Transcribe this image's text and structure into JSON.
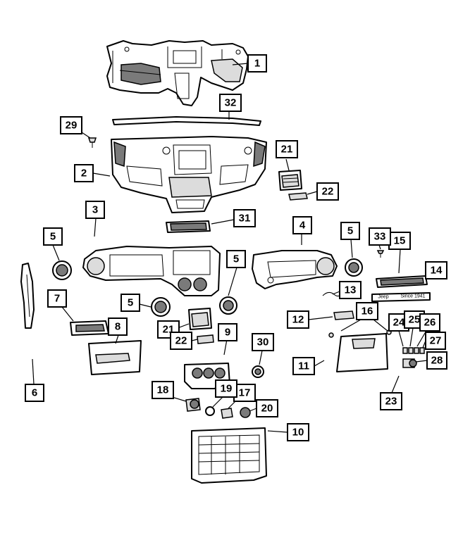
{
  "callouts": [
    {
      "id": "c1",
      "label": "1"
    },
    {
      "id": "c2",
      "label": "2"
    },
    {
      "id": "c3",
      "label": "3"
    },
    {
      "id": "c4",
      "label": "4"
    },
    {
      "id": "c5a",
      "label": "5"
    },
    {
      "id": "c5b",
      "label": "5"
    },
    {
      "id": "c5c",
      "label": "5"
    },
    {
      "id": "c5d",
      "label": "5"
    },
    {
      "id": "c6",
      "label": "6"
    },
    {
      "id": "c7",
      "label": "7"
    },
    {
      "id": "c8",
      "label": "8"
    },
    {
      "id": "c9",
      "label": "9"
    },
    {
      "id": "c10",
      "label": "10"
    },
    {
      "id": "c11",
      "label": "11"
    },
    {
      "id": "c12",
      "label": "12"
    },
    {
      "id": "c13",
      "label": "13"
    },
    {
      "id": "c14",
      "label": "14"
    },
    {
      "id": "c15",
      "label": "15"
    },
    {
      "id": "c16",
      "label": "16"
    },
    {
      "id": "c17",
      "label": "17"
    },
    {
      "id": "c18",
      "label": "18"
    },
    {
      "id": "c19",
      "label": "19"
    },
    {
      "id": "c20",
      "label": "20"
    },
    {
      "id": "c21a",
      "label": "21"
    },
    {
      "id": "c21b",
      "label": "21"
    },
    {
      "id": "c22a",
      "label": "22"
    },
    {
      "id": "c22b",
      "label": "22"
    },
    {
      "id": "c23",
      "label": "23"
    },
    {
      "id": "c24",
      "label": "24"
    },
    {
      "id": "c25",
      "label": "25"
    },
    {
      "id": "c26",
      "label": "26"
    },
    {
      "id": "c27",
      "label": "27"
    },
    {
      "id": "c28",
      "label": "28"
    },
    {
      "id": "c29",
      "label": "29"
    },
    {
      "id": "c30",
      "label": "30"
    },
    {
      "id": "c31",
      "label": "31"
    },
    {
      "id": "c32",
      "label": "32"
    },
    {
      "id": "c33",
      "label": "33"
    }
  ],
  "badge": {
    "brand": "Jeep",
    "tagline": "Since 1941"
  }
}
